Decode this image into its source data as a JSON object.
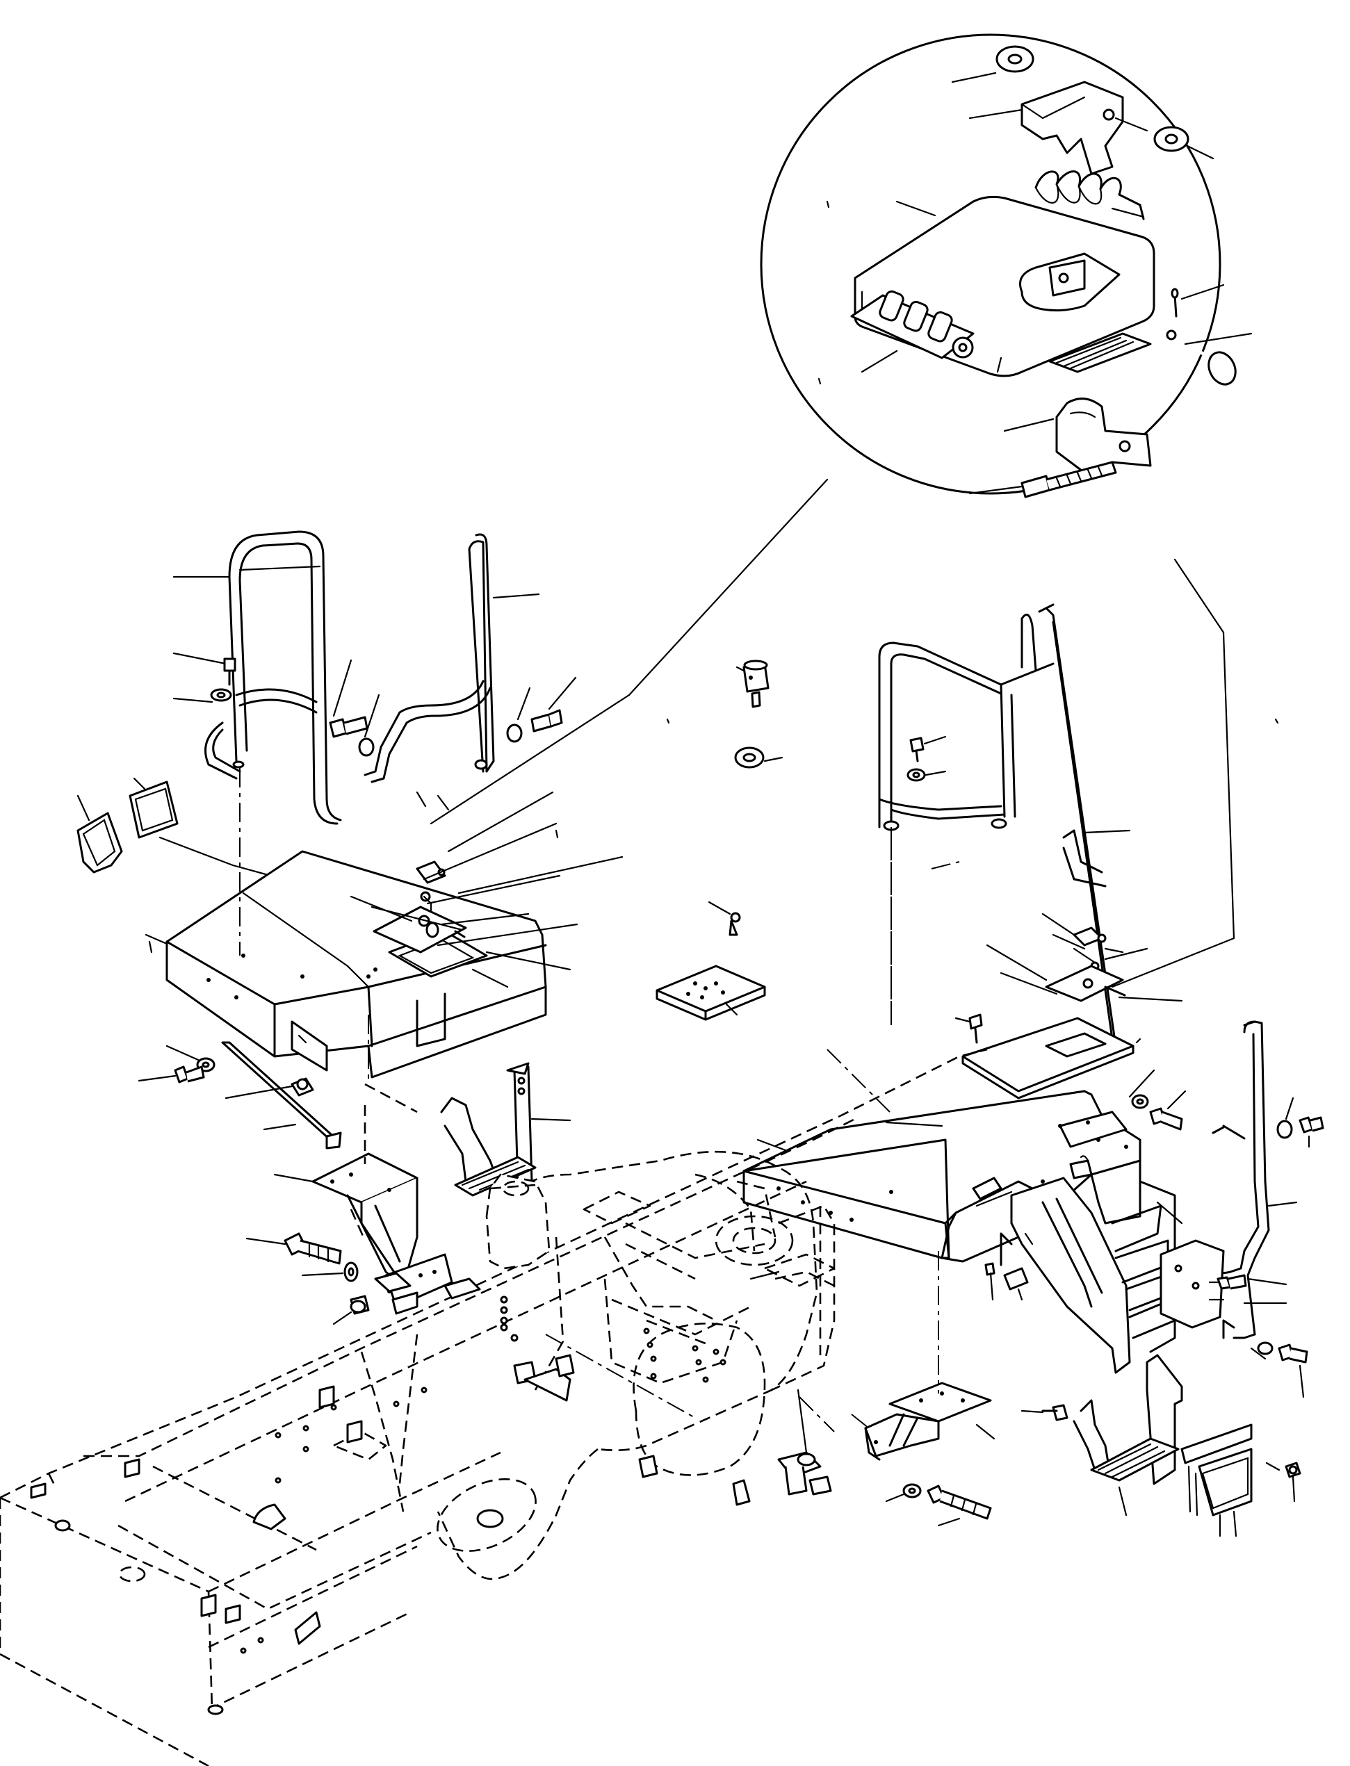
{
  "diagram": {
    "type": "exploded-parts-view",
    "text_labels": []
  },
  "detail_view": {
    "shape": "circle"
  },
  "line_styles": {
    "part_outline": "solid",
    "frame_outline": "dashed",
    "alignment_axis": "dash-dot"
  },
  "colors": {
    "ink": "#000000",
    "background": "#ffffff"
  }
}
